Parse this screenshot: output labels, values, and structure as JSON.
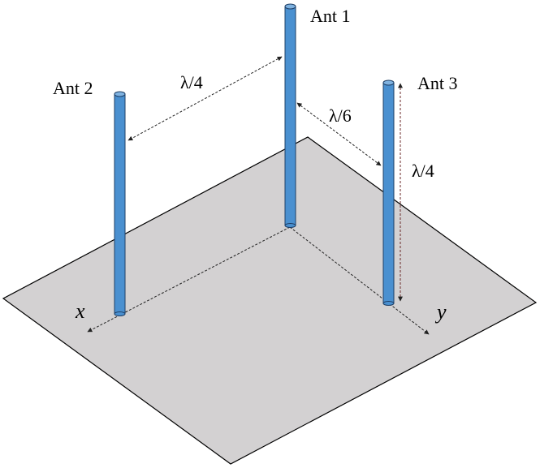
{
  "antennas": [
    {
      "label": "Ant 1"
    },
    {
      "label": "Ant 2"
    },
    {
      "label": "Ant 3"
    }
  ],
  "dimensions": {
    "ant1_ant2": "λ/4",
    "ant1_ant3": "λ/6",
    "height": "λ/4"
  },
  "axes": {
    "x": "x",
    "y": "y"
  },
  "colors": {
    "ground_plane": "#d3d1d2",
    "antenna_fill": "#4a90d0",
    "antenna_outline": "#1e3f66",
    "outline": "#000000"
  }
}
